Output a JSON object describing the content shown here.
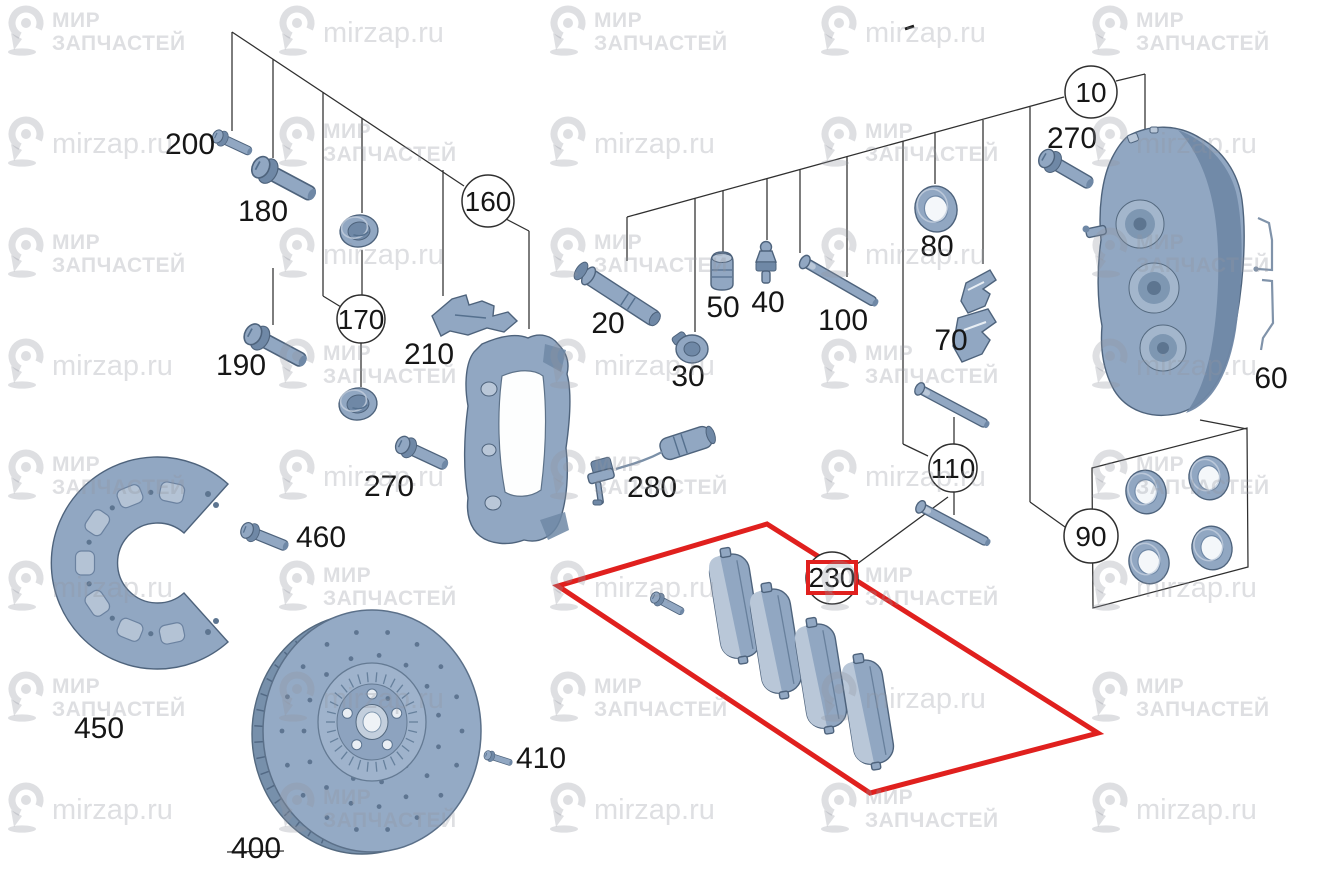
{
  "watermark": {
    "logo_icon": "location-pin-logo",
    "brand_line1": "МИР",
    "brand_line2": "ЗАПЧАСТЕЙ",
    "domain_text": "mirzap.ru"
  },
  "colors": {
    "highlight_red": "#e0201e",
    "part_steel_blue": "#91a7c2",
    "leader_line": "#2f2f2f",
    "watermark_gray": "#9196a0"
  },
  "diagram": {
    "highlighted_callout": "230",
    "callouts": {
      "n10": "10",
      "n20": "20",
      "n30": "30",
      "n40": "40",
      "n50": "50",
      "n60": "60",
      "n70": "70",
      "n80": "80",
      "n90": "90",
      "n100": "100",
      "n110": "110",
      "n160": "160",
      "n170": "170",
      "n180": "180",
      "n190": "190",
      "n200": "200",
      "n210": "210",
      "n230": "230",
      "n270": "270",
      "n280": "280",
      "n400": "400",
      "n410": "410",
      "n450": "450",
      "n460": "460"
    }
  }
}
